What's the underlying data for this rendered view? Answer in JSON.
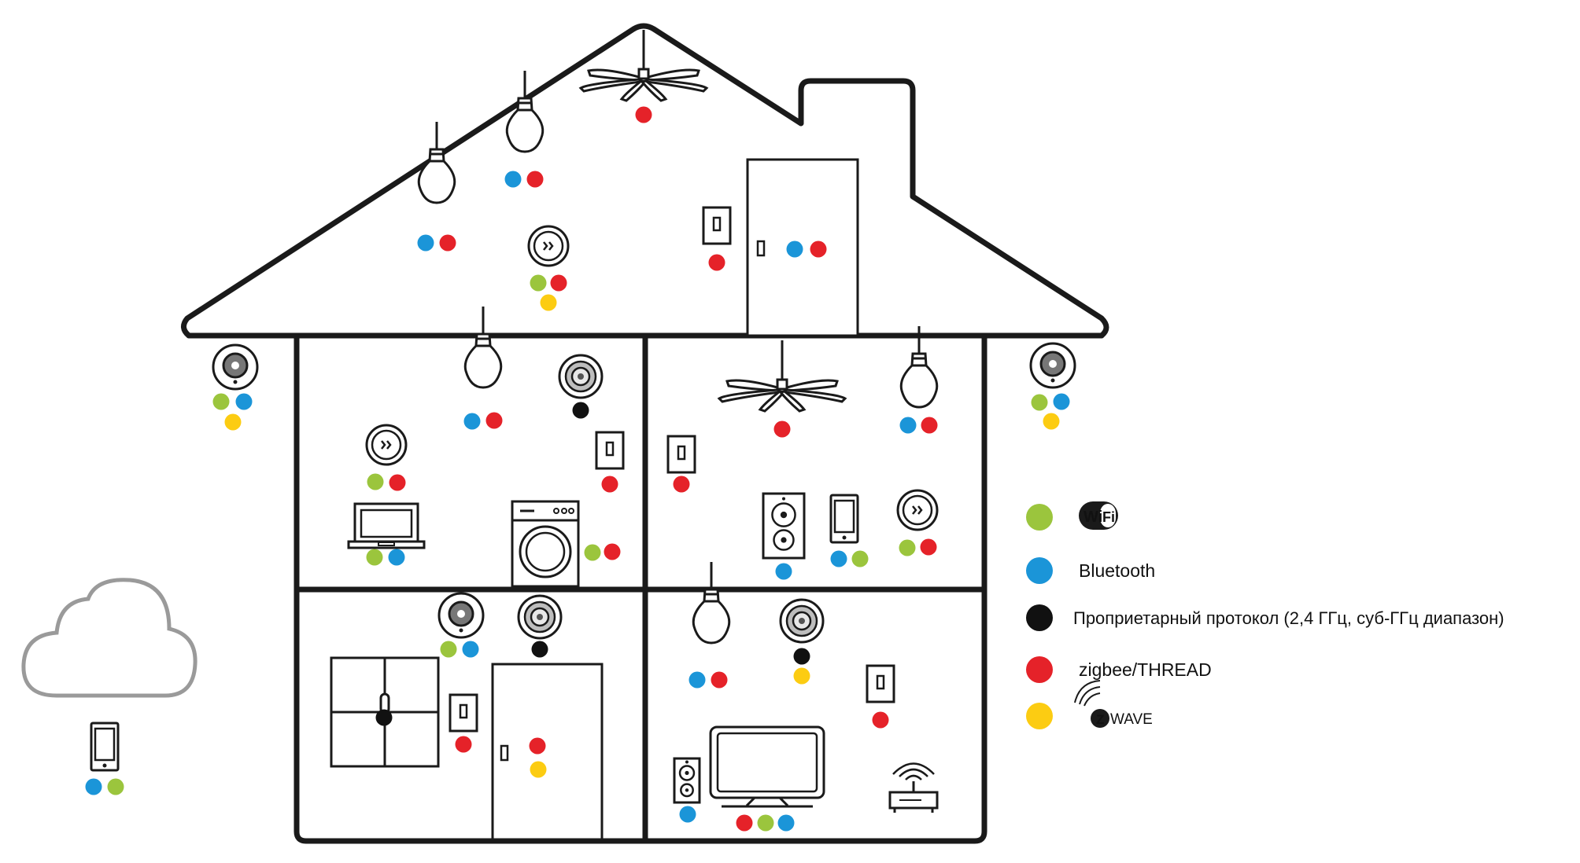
{
  "colors": {
    "wifi": "#9bc53d",
    "bluetooth": "#1b95d8",
    "proprietary": "#111111",
    "zigbee": "#e52229",
    "zwave": "#fccc12",
    "outline": "#1a1a1a",
    "cloud": "#9a9a9a"
  },
  "legend": [
    {
      "key": "wifi",
      "label": "",
      "badge_left": "Wi",
      "badge_right": "Fi"
    },
    {
      "key": "bluetooth",
      "label": "Bluetooth"
    },
    {
      "key": "proprietary",
      "label": "Проприетарный протокол (2,4 ГГц, суб-ГГц диапазон)"
    },
    {
      "key": "zigbee",
      "label": "zigbee/THREAD"
    },
    {
      "key": "zwave",
      "label": "",
      "badge_left": "Z",
      "badge_right": "WAVE"
    }
  ],
  "devices": [
    {
      "id": "attic-fan",
      "type": "fan",
      "protocols": [
        "zigbee"
      ]
    },
    {
      "id": "attic-bulb-1",
      "type": "bulb",
      "protocols": [
        "bluetooth",
        "zigbee"
      ]
    },
    {
      "id": "attic-bulb-2",
      "type": "bulb",
      "protocols": [
        "bluetooth",
        "zigbee"
      ]
    },
    {
      "id": "attic-sensor",
      "type": "sensor",
      "protocols": [
        "wifi",
        "zigbee",
        "zwave"
      ]
    },
    {
      "id": "attic-switch",
      "type": "switch",
      "protocols": [
        "zigbee"
      ]
    },
    {
      "id": "attic-door-lock",
      "type": "door",
      "protocols": [
        "bluetooth",
        "zigbee"
      ]
    },
    {
      "id": "outdoor-camera-left",
      "type": "camera",
      "protocols": [
        "wifi",
        "bluetooth",
        "zwave"
      ]
    },
    {
      "id": "outdoor-camera-right",
      "type": "camera",
      "protocols": [
        "wifi",
        "bluetooth",
        "zwave"
      ]
    },
    {
      "id": "room-a-bulb",
      "type": "bulb",
      "protocols": [
        "bluetooth",
        "zigbee"
      ]
    },
    {
      "id": "room-a-speaker",
      "type": "speaker",
      "protocols": [
        "proprietary"
      ]
    },
    {
      "id": "room-a-sensor",
      "type": "sensor",
      "protocols": [
        "wifi",
        "zigbee"
      ]
    },
    {
      "id": "room-a-switch",
      "type": "switch",
      "protocols": [
        "zigbee"
      ]
    },
    {
      "id": "room-a-laptop",
      "type": "laptop",
      "protocols": [
        "wifi",
        "bluetooth"
      ]
    },
    {
      "id": "room-a-washer",
      "type": "washer",
      "protocols": [
        "wifi",
        "zigbee"
      ]
    },
    {
      "id": "room-b-fan",
      "type": "fan",
      "protocols": [
        "zigbee"
      ]
    },
    {
      "id": "room-b-bulb",
      "type": "bulb",
      "protocols": [
        "bluetooth",
        "zigbee"
      ]
    },
    {
      "id": "room-b-switch",
      "type": "switch",
      "protocols": [
        "zigbee"
      ]
    },
    {
      "id": "room-b-loudspeaker",
      "type": "speakerbox",
      "protocols": [
        "bluetooth"
      ]
    },
    {
      "id": "room-b-phone",
      "type": "phone",
      "protocols": [
        "bluetooth",
        "wifi"
      ]
    },
    {
      "id": "room-b-sensor",
      "type": "sensor",
      "protocols": [
        "wifi",
        "zigbee"
      ]
    },
    {
      "id": "room-c-camera",
      "type": "camera",
      "protocols": [
        "wifi",
        "bluetooth"
      ]
    },
    {
      "id": "room-c-speaker",
      "type": "speaker",
      "protocols": [
        "proprietary"
      ]
    },
    {
      "id": "room-c-window-lock",
      "type": "window",
      "protocols": [
        "proprietary"
      ]
    },
    {
      "id": "room-c-switch",
      "type": "switch",
      "protocols": [
        "zigbee"
      ]
    },
    {
      "id": "room-c-door",
      "type": "door",
      "protocols": [
        "zigbee",
        "zwave"
      ]
    },
    {
      "id": "room-d-bulb",
      "type": "bulb",
      "protocols": [
        "bluetooth",
        "zigbee"
      ]
    },
    {
      "id": "room-d-speaker",
      "type": "speaker",
      "protocols": [
        "proprietary",
        "zwave"
      ]
    },
    {
      "id": "room-d-switch",
      "type": "switch",
      "protocols": [
        "zigbee"
      ]
    },
    {
      "id": "room-d-small-speaker",
      "type": "speakerbox",
      "protocols": [
        "bluetooth"
      ]
    },
    {
      "id": "room-d-tv",
      "type": "tv",
      "protocols": [
        "zigbee",
        "wifi",
        "bluetooth"
      ]
    },
    {
      "id": "room-d-router",
      "type": "router",
      "protocols": []
    },
    {
      "id": "cloud-phone",
      "type": "phone",
      "protocols": [
        "bluetooth",
        "wifi"
      ]
    }
  ]
}
